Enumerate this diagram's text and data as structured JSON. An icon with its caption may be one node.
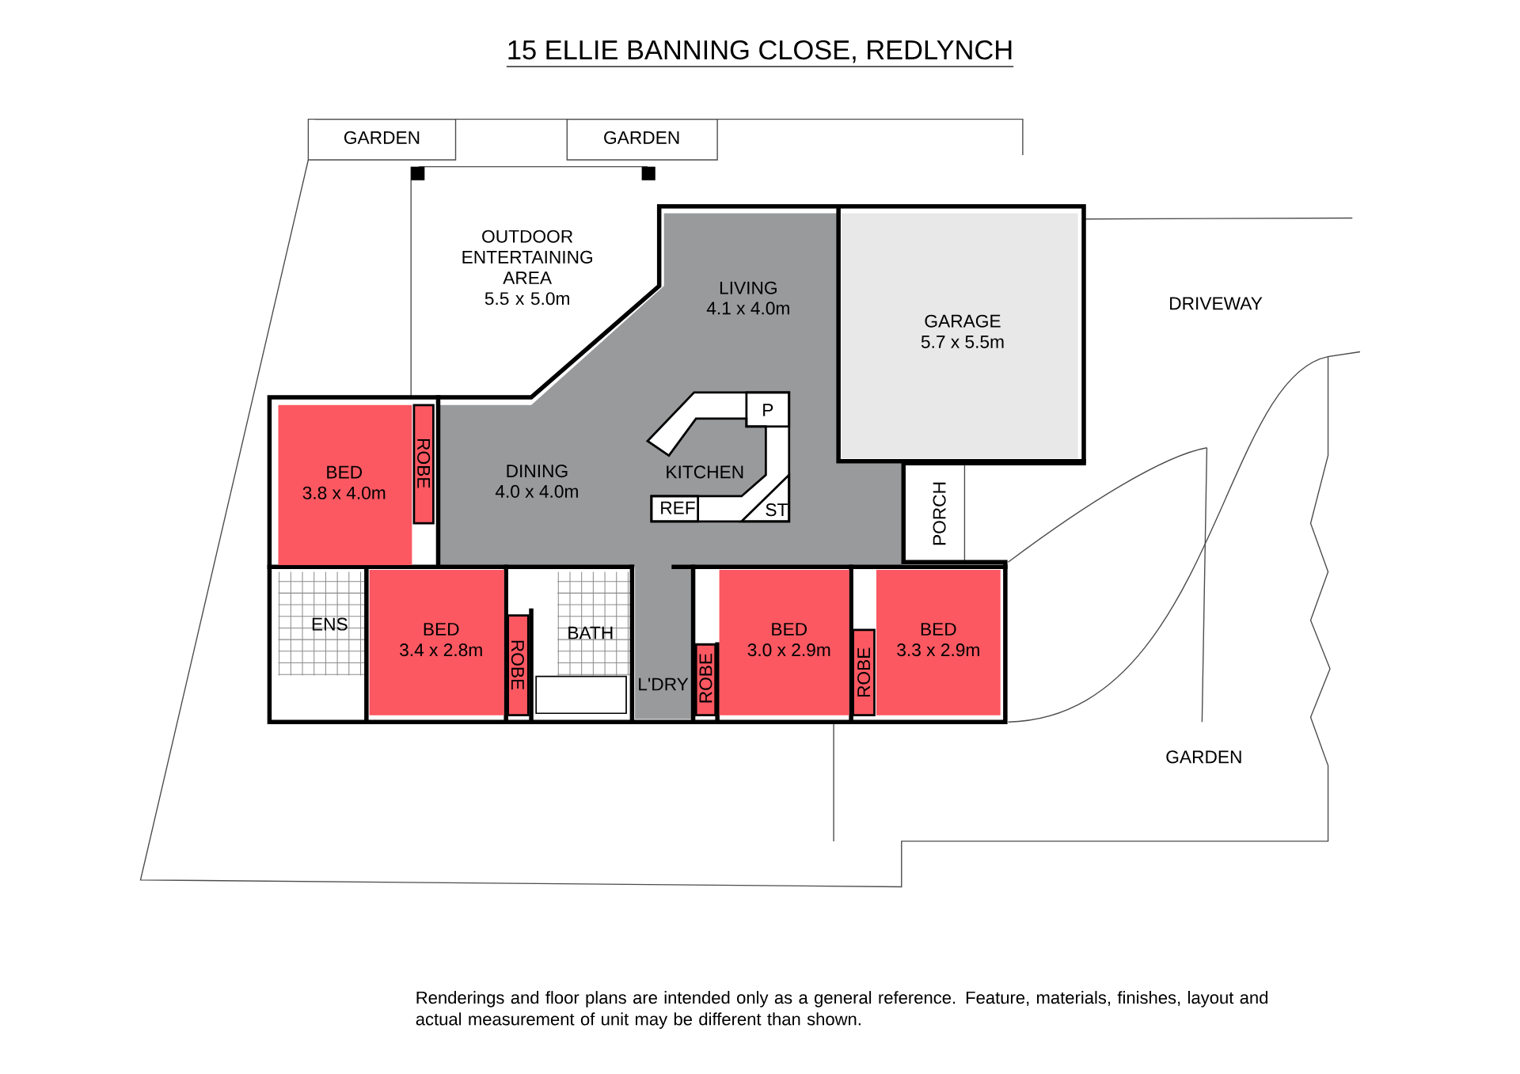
{
  "diagram": {
    "title": "15 ELLIE BANNING CLOSE, REDLYNCH",
    "caption": "Renderings and floor plans are intended only as a general reference. Feature, materials, finishes, layout and actual measurement of unit may be different than shown.",
    "nodes": [
      {
        "text": [
          "GARDEN"
        ]
      },
      {
        "text": [
          "GARDEN"
        ]
      },
      {
        "text": [
          "OUTDOOR ENTERTAINING AREA",
          "5.5 x 5.0m"
        ]
      },
      {
        "text": [
          "GARAGE",
          "5.7 x 5.5m"
        ]
      },
      {
        "text": [
          "BED",
          "3.8 x 4.0m"
        ]
      },
      {
        "text": [
          "ROBE"
        ]
      },
      {
        "text": [
          "BED",
          "3.4 x 2.8m"
        ]
      },
      {
        "text": [
          "ROBE"
        ]
      },
      {
        "text": [
          "ROBE"
        ]
      },
      {
        "text": [
          "BED",
          "3.0 x 2.9m"
        ]
      },
      {
        "text": [
          "ROBE"
        ]
      },
      {
        "text": [
          "BED",
          "3.3 x 2.9m"
        ]
      }
    ],
    "labels": [
      "LIVING",
      "4.1 x 4.0m",
      "DRIVEWAY",
      "P",
      "DINING",
      "4.0 x 4.0m",
      "KITCHEN",
      "REF",
      "ST",
      "PORCH",
      "ENS",
      "BATH",
      "L'DRY",
      "GARDEN"
    ]
  }
}
